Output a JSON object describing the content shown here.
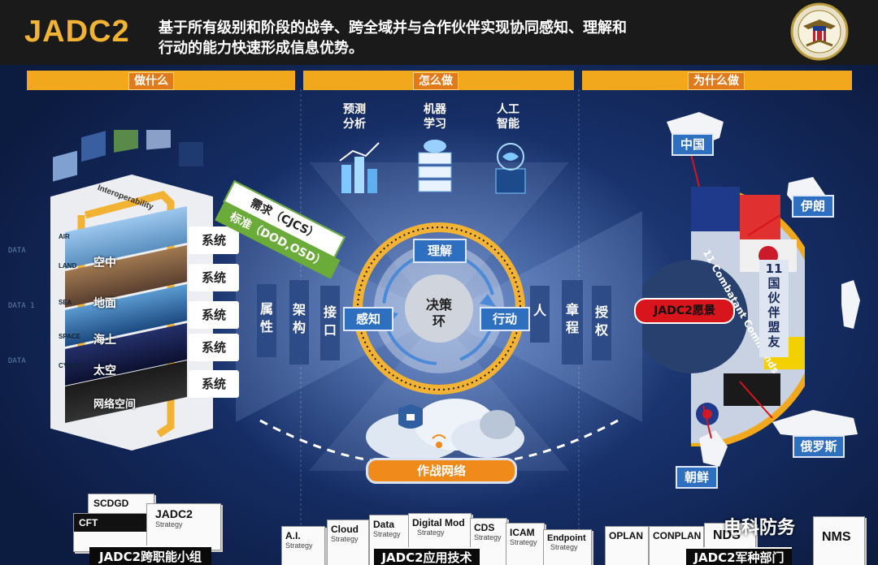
{
  "header": {
    "logo": "JADC2",
    "tagline_line1": "基于所有级别和阶段的战争、跨全域并与合作伙伴实现协同感知、理解和",
    "tagline_line2": "行动的能力快速形成信息优势。"
  },
  "sections": {
    "what": "做什么",
    "how": "怎么做",
    "why": "为什么做"
  },
  "left": {
    "interop": "Interoperability",
    "domains_en": [
      "AIR",
      "LAND",
      "SEA",
      "SPACE",
      "CYBER"
    ],
    "domains_cn": [
      "空中",
      "地面",
      "海上",
      "太空",
      "网络空间"
    ],
    "system_label": "系统",
    "data_words": [
      "DATA",
      "DATA 1",
      "DATA"
    ],
    "req_label": "需求（CJCS）",
    "std_label": "标准（DOD,OSD）",
    "cols": [
      "属\n性",
      "架\n构",
      "接\n口"
    ]
  },
  "center": {
    "tech": [
      "预测\n分析",
      "机器\n学习",
      "人工\n智能"
    ],
    "understand": "理解",
    "sense": "感知",
    "act": "行动",
    "core": "决策\n环",
    "network": "作战网络"
  },
  "right": {
    "cols": [
      "人",
      "章\n程",
      "授\n权"
    ],
    "countries": [
      "中国",
      "伊朗",
      "俄罗斯",
      "朝鲜"
    ],
    "vision": "JADC2愿景",
    "combatant": "11 Combatant Commands",
    "allies": "11\n国\n伙\n伴\n盟\n友"
  },
  "bottom": {
    "group1": {
      "docs": [
        {
          "title": "SCDGD",
          "sub": ""
        },
        {
          "title": "CFT",
          "sub": ""
        },
        {
          "title": "JADC2",
          "sub": "Strategy"
        }
      ],
      "caption": "JADC2跨职能小组"
    },
    "group2": {
      "docs": [
        {
          "title": "A.I.",
          "sub": "Strategy"
        },
        {
          "title": "Cloud",
          "sub": "Strategy"
        },
        {
          "title": "Data",
          "sub": "Strategy"
        },
        {
          "title": "Digital Mod",
          "sub": "Strategy"
        },
        {
          "title": "CDS",
          "sub": "Strategy"
        },
        {
          "title": "ICAM",
          "sub": "Strategy"
        },
        {
          "title": "Endpoint",
          "sub": "Strategy"
        }
      ],
      "caption": "JADC2应用技术"
    },
    "group3": {
      "docs": [
        {
          "title": "OPLAN",
          "sub": ""
        },
        {
          "title": "CONPLAN",
          "sub": ""
        },
        {
          "title": "NDS",
          "sub": ""
        },
        {
          "title": "NMS",
          "sub": ""
        }
      ],
      "caption": "JADC2军种部门"
    }
  },
  "watermark": "电科防务",
  "colors": {
    "accent": "#f2a81d",
    "pill": "#f08a1a",
    "box_blue": "#2f6fc0",
    "green_banner": "#6aab3a",
    "vision_red": "#d8141c",
    "header_bg": "#1a1a1a"
  }
}
